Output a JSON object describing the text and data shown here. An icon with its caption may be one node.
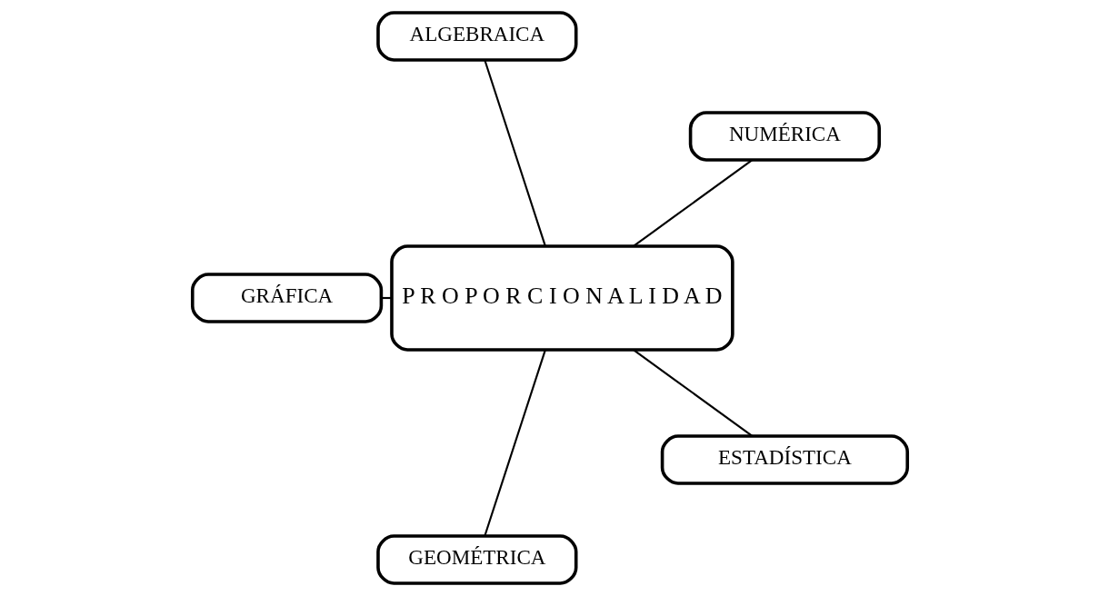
{
  "diagram": {
    "nodes": [
      {
        "text": [
          "P R O P O R C I O N A L I D A D"
        ]
      },
      {
        "text": [
          "NUMÉRICA"
        ]
      },
      {
        "text": [
          "ALGEBRAICA"
        ]
      },
      {
        "text": [
          "GRÁFICA"
        ]
      },
      {
        "text": [
          "GEOMÉTRICA"
        ]
      },
      {
        "text": [
          "ESTADÍSTICA"
        ]
      }
    ],
    "edges": [
      {
        "from": 0,
        "to": 1,
        "arrow": "none"
      },
      {
        "from": 0,
        "to": 2,
        "arrow": "none"
      },
      {
        "from": 0,
        "to": 3,
        "arrow": "none"
      },
      {
        "from": 0,
        "to": 4,
        "arrow": "none"
      },
      {
        "from": 0,
        "to": 5,
        "arrow": "none"
      }
    ]
  }
}
